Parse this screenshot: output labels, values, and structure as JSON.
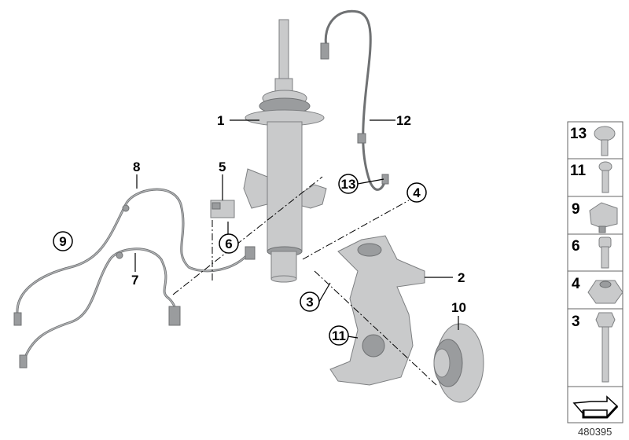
{
  "diagram": {
    "callouts": {
      "strut": "1",
      "wheel_carrier_pin": "2",
      "bolt_3": "3",
      "nut_4": "4",
      "bracket_5": "5",
      "screw_6": "6",
      "wire_7": "7",
      "wire_8": "8",
      "clip_9": "9",
      "wheel_hub": "10",
      "steering_knuckle": "11",
      "abs_sensor": "12",
      "bolt_13": "13"
    },
    "parts_panel": [
      "13",
      "11",
      "9",
      "6",
      "4",
      "3"
    ],
    "diagram_number": "480395"
  }
}
